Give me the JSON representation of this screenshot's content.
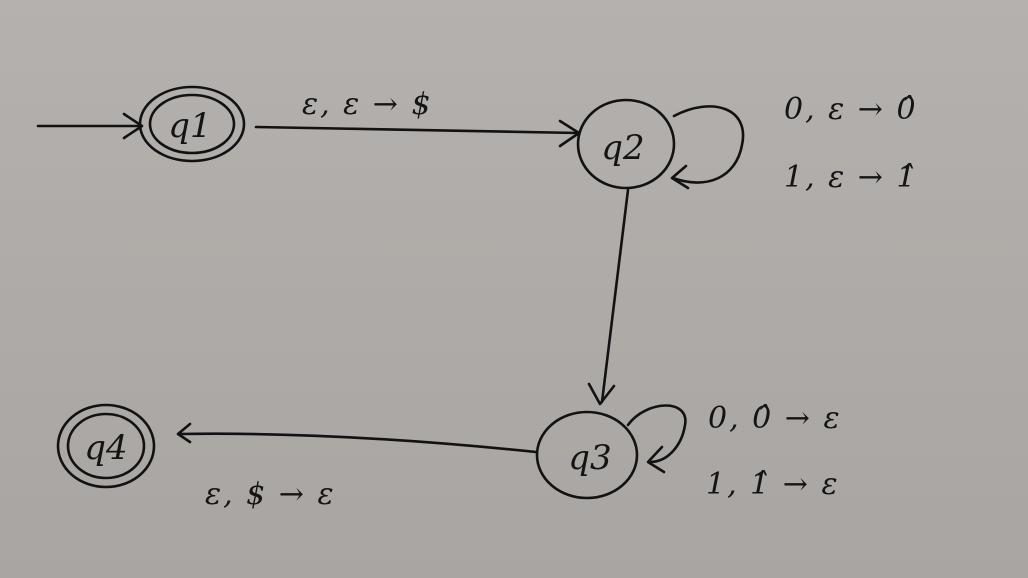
{
  "states": [
    {
      "id": "q1",
      "label": "q1",
      "accepting": true,
      "start": true
    },
    {
      "id": "q2",
      "label": "q2",
      "accepting": false,
      "start": false
    },
    {
      "id": "q3",
      "label": "q3",
      "accepting": false,
      "start": false
    },
    {
      "id": "q4",
      "label": "q4",
      "accepting": true,
      "start": false
    }
  ],
  "transitions": {
    "q1_q2": "ε, ε → $",
    "q2_self_0": "0, ε → 0̂",
    "q2_self_1": "1, ε → 1̂",
    "q3_self_0": "0, 0̂ → ε",
    "q3_self_1": "1, 1̂ → ε",
    "q3_q4": "ε, $ → ε"
  },
  "colors": {
    "ink": "#121212",
    "paper": "#b1adaa"
  }
}
